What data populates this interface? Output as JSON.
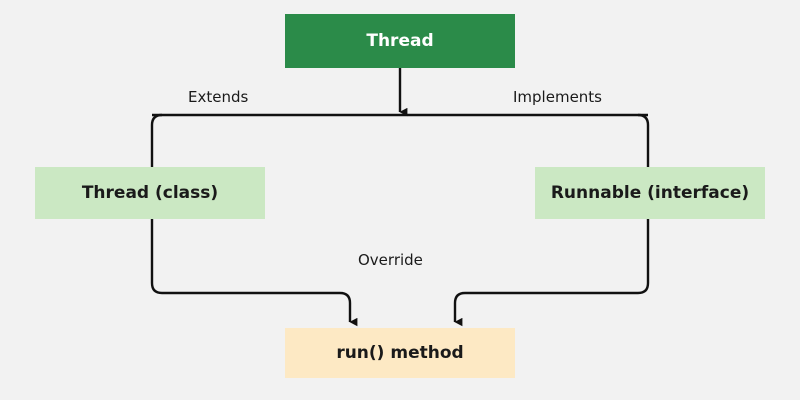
{
  "diagram": {
    "title_node": "Thread",
    "background_color": "#f2f2f2",
    "nodes": [
      {
        "id": "thread",
        "label": "Thread",
        "fill": "#2b8b49",
        "text_color": "#ffffff"
      },
      {
        "id": "thread_class",
        "label": "Thread (class)",
        "fill": "#cbe8c3",
        "text_color": "#1a1a1a"
      },
      {
        "id": "runnable_interface",
        "label": "Runnable (interface)",
        "fill": "#cbe8c3",
        "text_color": "#1a1a1a"
      },
      {
        "id": "run_method",
        "label": "run() method",
        "fill": "#fde9c4",
        "text_color": "#1a1a1a"
      }
    ],
    "edges": [
      {
        "id": "extends",
        "label": "Extends",
        "from": "thread",
        "to": "thread_class"
      },
      {
        "id": "implements",
        "label": "Implements",
        "from": "thread",
        "to": "runnable_interface"
      },
      {
        "id": "override",
        "label": "Override",
        "from": "thread_class",
        "to": "run_method"
      }
    ],
    "edge_color": "#111111"
  }
}
